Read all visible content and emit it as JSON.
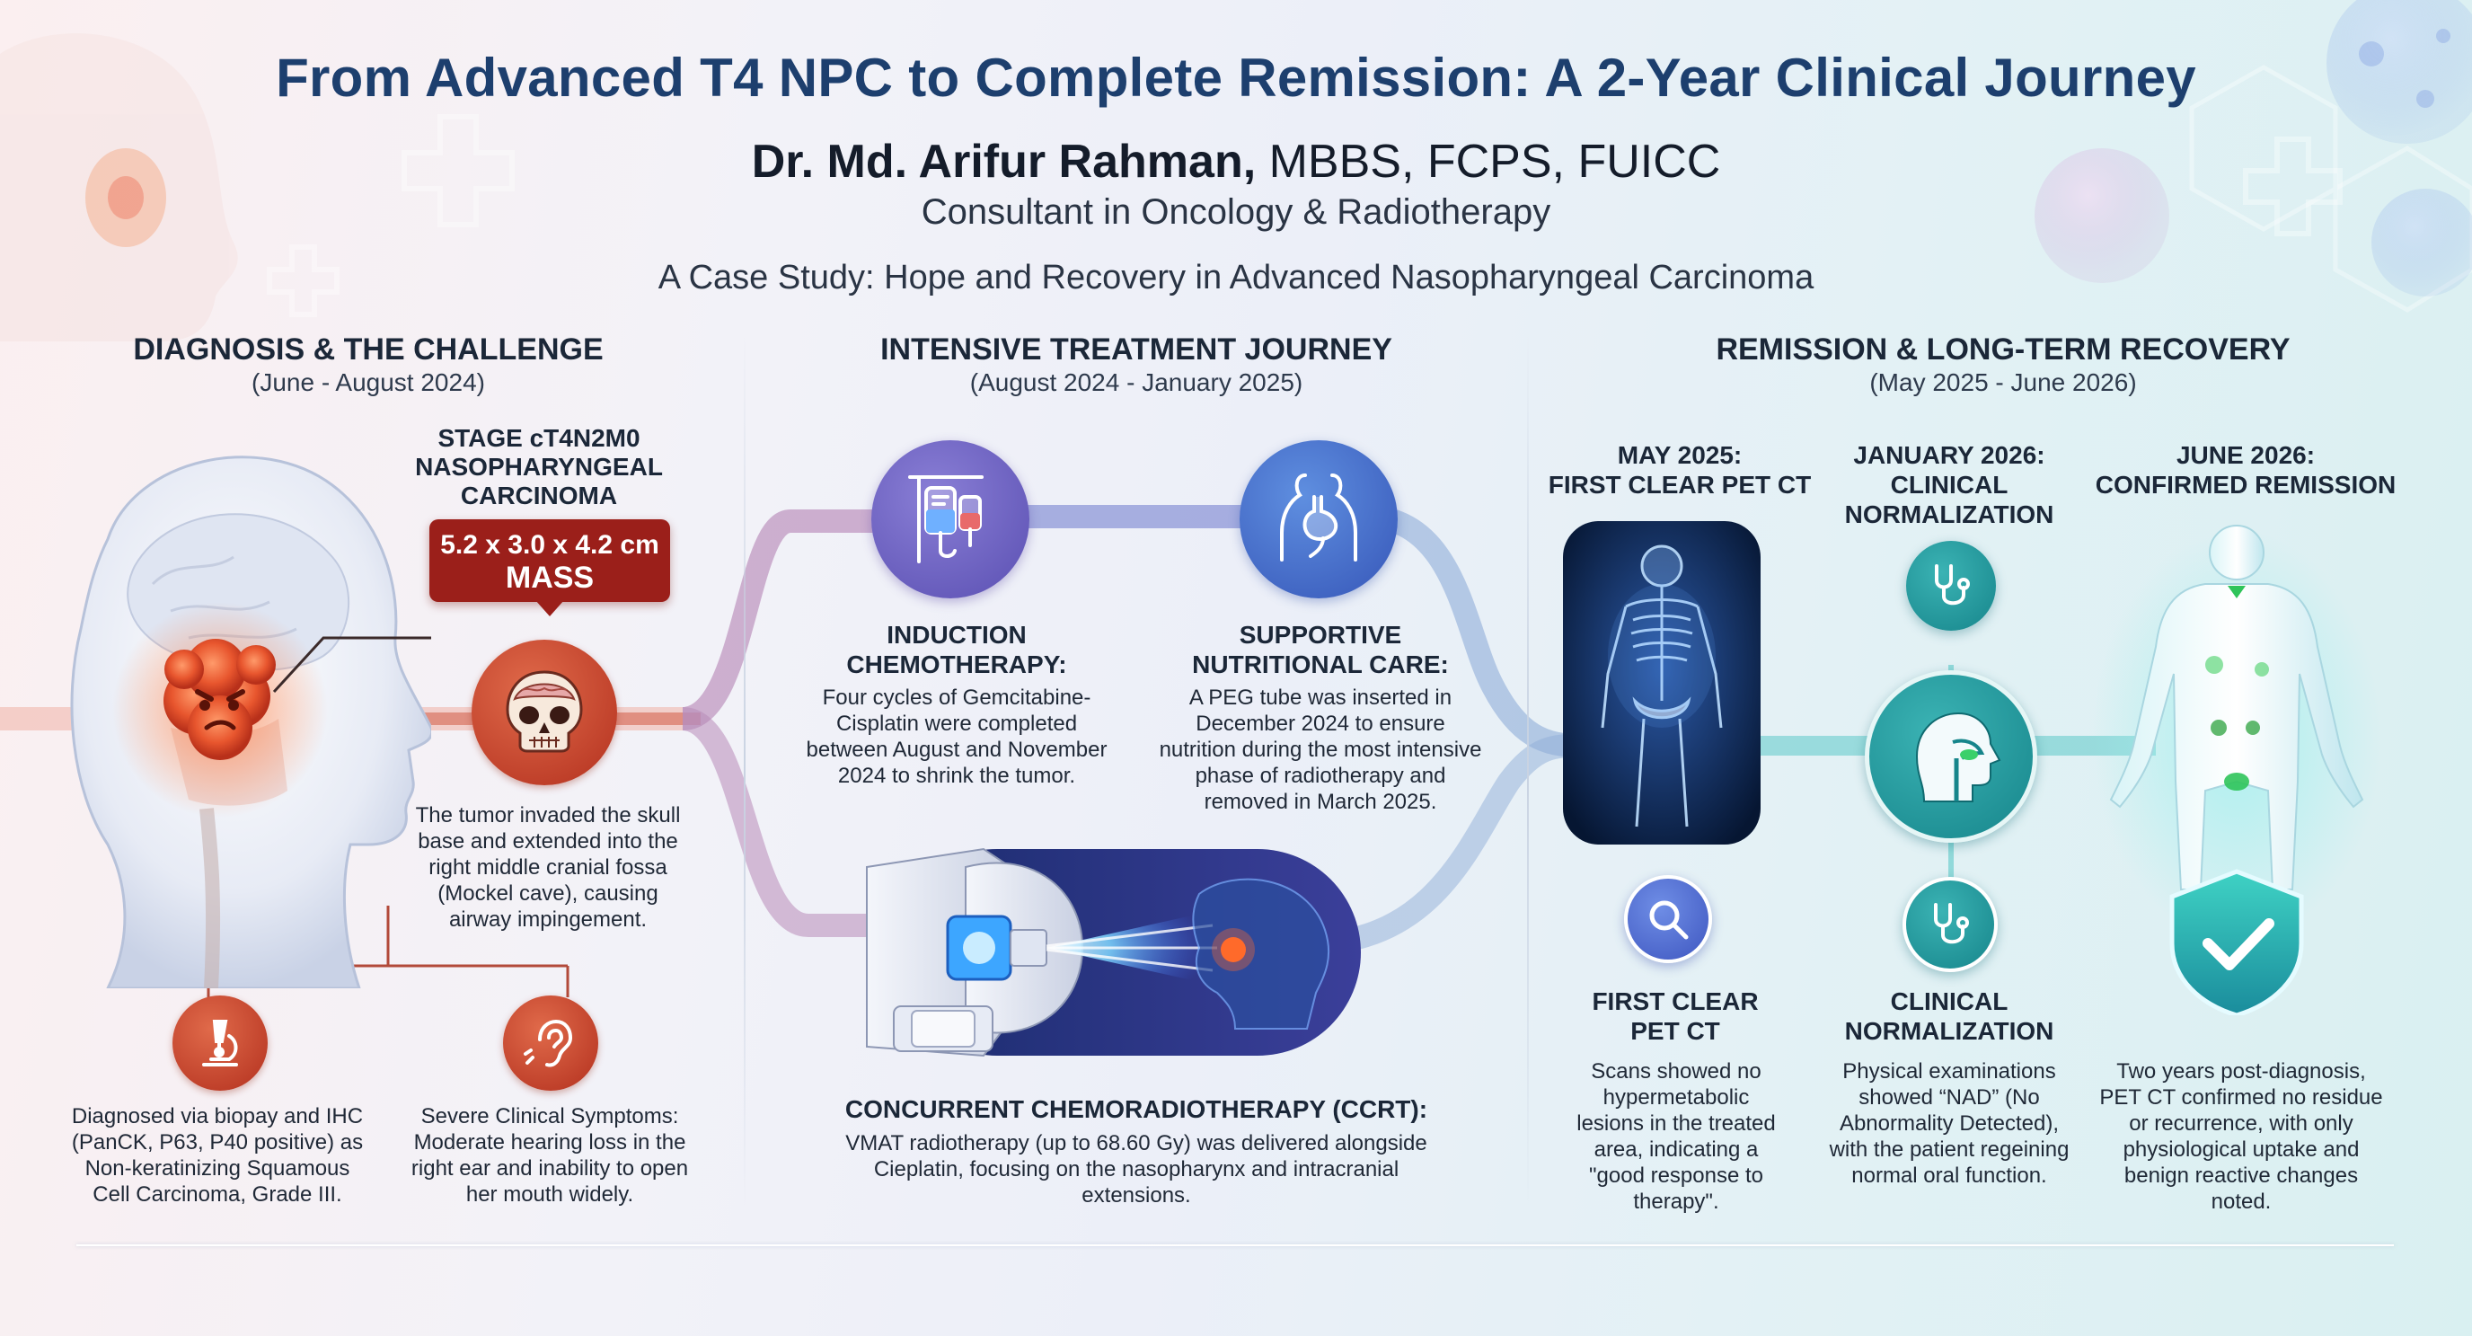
{
  "header": {
    "title": "From Advanced T4 NPC to Complete Remission: A 2-Year Clinical Journey",
    "author_name": "Dr. Md. Arifur Rahman,",
    "author_credentials": " MBBS, FCPS, FUICC",
    "role": "Consultant in Oncology & Radiotherapy",
    "subtitle": "A Case Study: Hope and Recovery in Advanced Nasopharyngeal Carcinoma"
  },
  "diagnosis": {
    "title": "DIAGNOSIS & THE CHALLENGE",
    "dates": "(June - August 2024)",
    "stage_line1": "STAGE cT4N2M0",
    "stage_line2": "NASOPHARYNGEAL",
    "stage_line3": "CARCINOMA",
    "mass_size": "5.2 x 3.0 x 4.2 cm",
    "mass_word": "MASS",
    "invasion_text": "The tumor invaded the skull base and extended into the right middle cranial fossa (Mockel cave), causing airway impingement.",
    "biopsy_text": "Diagnosed via biopay and IHC (PanCK, P63, P40 positive) as Non-keratinizing Squamous Cell Carcinoma, Grade III.",
    "symptoms_text": "Severe Clinical Symptoms: Moderate hearing loss in the right ear and inability to open her mouth widely."
  },
  "treatment": {
    "title": "INTENSIVE TREATMENT JOURNEY",
    "dates": "(August 2024 - January 2025)",
    "induction_head1": "INDUCTION",
    "induction_head2": "CHEMOTHERAPY:",
    "induction_text": "Four cycles of Gemcitabine-Cisplatin were completed between August and November 2024 to shrink the tumor.",
    "supportive_head1": "SUPPORTIVE",
    "supportive_head2": "NUTRITIONAL CARE:",
    "supportive_text": "A PEG tube was inserted in December 2024 to ensure nutrition during the most intensive phase of radiotherapy and removed in March 2025.",
    "ccrt_head": "CONCURRENT CHEMORADIOTHERAPY (CCRT):",
    "ccrt_text": "VMAT radiotherapy (up to 68.60 Gy) was delivered alongside Cieplatin, focusing on the nasopharynx and intracranial extensions."
  },
  "remission": {
    "title": "REMISSION & LONG-TERM RECOVERY",
    "dates": "(May 2025 - June 2026)",
    "may_head1": "MAY 2025:",
    "may_head2": "FIRST CLEAR PET CT",
    "jan_head1": "JANUARY 2026:",
    "jan_head2": "CLINICAL",
    "jan_head3": "NORMALIZATION",
    "jun_head1": "JUNE 2026:",
    "jun_head2": "CONFIRMED REMISSION",
    "pet_head1": "FIRST CLEAR",
    "pet_head2": "PET CT",
    "pet_text": "Scans showed no hypermetabolic lesions in the treated area, indicating a \"good response to therapy\".",
    "clin_head1": "CLINICAL",
    "clin_head2": "NORMALIZATION",
    "clin_text": "Physical examinations showed “NAD” (No Abnormality Detected), with the patient regeining normal oral function.",
    "remission_text": "Two years post-diagnosis, PET CT confirmed no residue or recurrence, with only physiological uptake and benign reactive changes noted."
  },
  "icons": [
    "head-tumor-icon",
    "skull-icon",
    "microscope-icon",
    "ear-icon",
    "iv-bag-icon",
    "stomach-icon",
    "linac-machine-icon",
    "head-radiation-icon",
    "xray-skeleton-icon",
    "magnifier-icon",
    "stethoscope-icon",
    "head-profile-icon",
    "body-glow-icon",
    "shield-check-icon"
  ],
  "colors": {
    "title": "#1d3f6e",
    "mass_box": "#9b1f1a",
    "tumor": "#e2552f",
    "teal": "#16858b",
    "purple": "#5a4fb2"
  }
}
